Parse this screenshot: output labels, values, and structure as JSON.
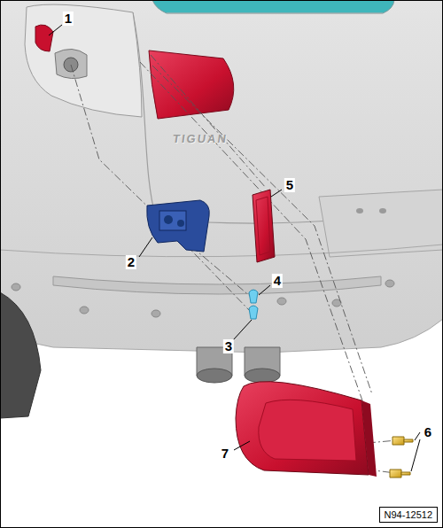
{
  "diagram": {
    "nodes": [
      {
        "text": [
          "N94-12512"
        ]
      }
    ],
    "labels": [
      "1",
      "TIGUAN",
      "5",
      "2",
      "4",
      "3",
      "6",
      "7"
    ]
  }
}
